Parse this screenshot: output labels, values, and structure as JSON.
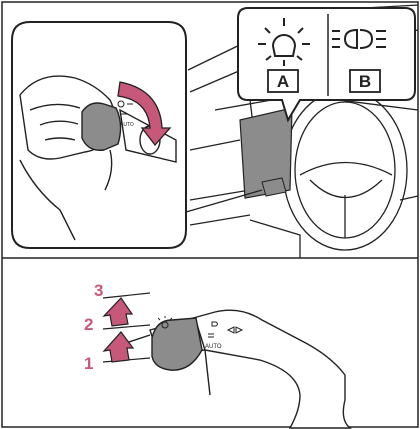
{
  "top_panel": {
    "callout": {
      "left_box": {
        "letter": "A",
        "icon": "parking-light-icon"
      },
      "right_box": {
        "letter": "B",
        "icon": "headlight-low-beam-icon"
      }
    },
    "switch_labels": {
      "auto": "AUTO"
    }
  },
  "bottom_panel": {
    "steps": [
      "3",
      "2",
      "1"
    ],
    "switch_labels": {
      "auto": "AUTO"
    }
  },
  "colors": {
    "arrow_pink": "#c8587a",
    "step_number": "#c8587a",
    "knob_gray": "#8c8c8c",
    "line": "#222222"
  }
}
